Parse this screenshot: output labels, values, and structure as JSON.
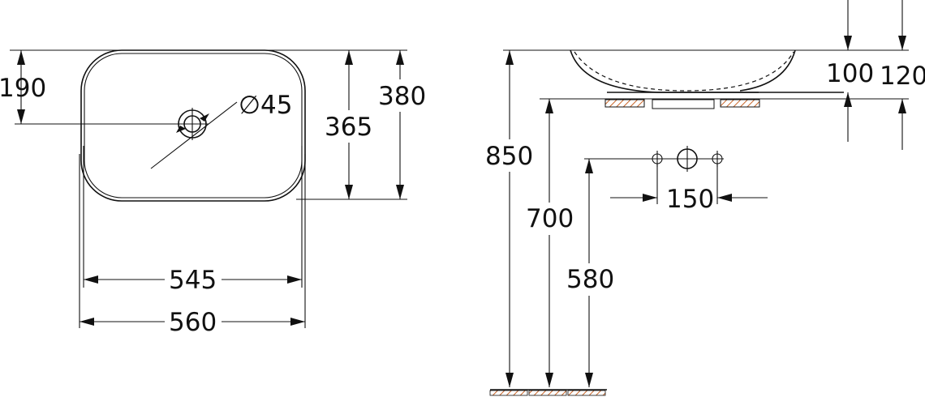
{
  "top_view": {
    "dim_tap_hole_height": "190",
    "dim_tap_hole_diameter": "∅45",
    "dim_inner_depth": "365",
    "dim_outer_depth": "380",
    "dim_inner_width": "545",
    "dim_outer_width": "560"
  },
  "side_view": {
    "dim_bowl_height": "100",
    "dim_total_height": "120",
    "dim_floor_to_rim": "850",
    "dim_floor_to_counter": "700",
    "dim_floor_to_fixing": "580",
    "dim_fixing_spacing": "150"
  },
  "colors": {
    "line": "#111111",
    "hatch": "#c8662a",
    "background": "#ffffff"
  }
}
